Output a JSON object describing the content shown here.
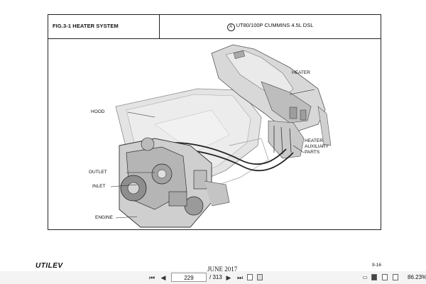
{
  "figure": {
    "title": "FIG.3-1    HEATER SYSTEM",
    "model_symbol": "A",
    "model": "UT80/100P CUMMINS 4.5L DSL"
  },
  "callouts": {
    "heater": "HEATER",
    "hood": "HOOD",
    "heater_aux_1": "HEATER",
    "heater_aux_2": "AUXILIARY",
    "heater_aux_3": "PARTS",
    "outlet": "OUTLET",
    "inlet": "INLET",
    "engine": "ENGINE"
  },
  "footer": {
    "logo": "UTILEV",
    "date": "JUNE 2017",
    "page": "9-16"
  },
  "toolbar": {
    "current_page": "229",
    "total_pages": "/ 313",
    "zoom": "86.23%",
    "icons": [
      "first-page-icon",
      "previous-page-icon",
      "next-page-icon",
      "last-page-icon",
      "page-view-icon",
      "fit-page-icon"
    ]
  }
}
